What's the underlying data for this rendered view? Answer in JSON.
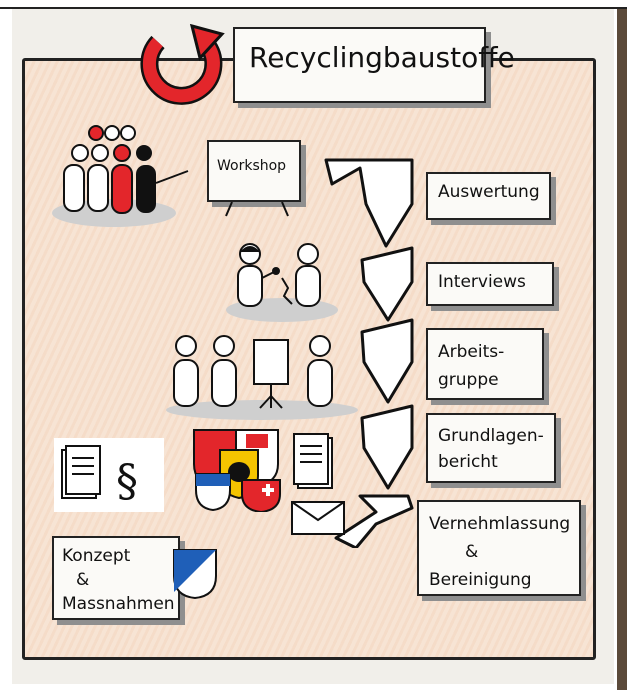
{
  "title": "Recyclingbaustoffe",
  "workshop": "Workshop",
  "steps": [
    {
      "id": "auswertung",
      "text": "Auswertung"
    },
    {
      "id": "interviews",
      "text": "Interviews"
    },
    {
      "id": "arbeitsgruppe",
      "lines": [
        "Arbeits-",
        "gruppe"
      ]
    },
    {
      "id": "grundlagenbericht",
      "lines": [
        "Grundlagen-",
        "bericht"
      ]
    },
    {
      "id": "vernehmlassung",
      "lines": [
        "Vernehmlassung",
        "&",
        "Bereinigung"
      ]
    }
  ],
  "konzept": [
    "Konzept",
    "&",
    "Massnahmen"
  ],
  "paragraph_symbol": "§",
  "colors": {
    "accent": "#e3262b",
    "ink": "#1a1a1a",
    "paper": "#f1efea",
    "chalk": "#f7e4d4",
    "blue": "#1f5fb8"
  }
}
